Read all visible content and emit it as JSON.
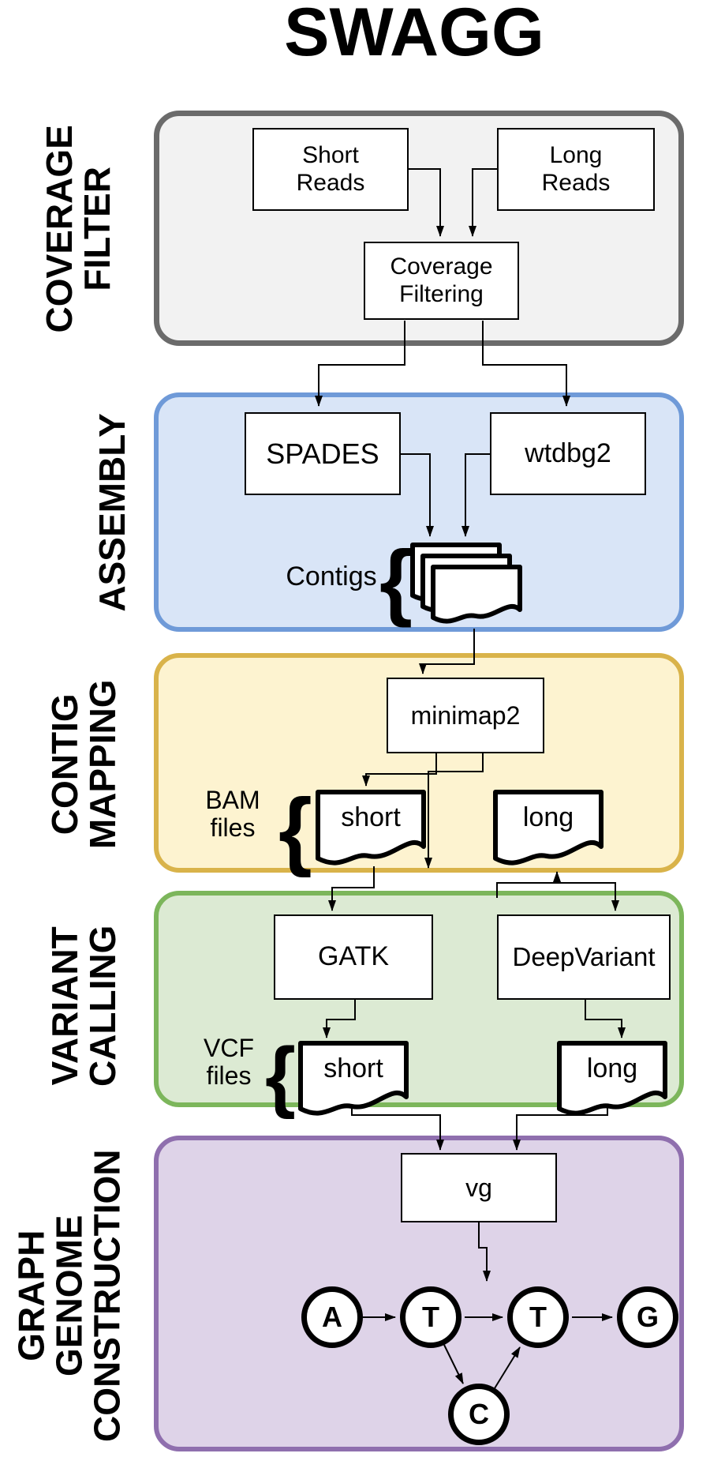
{
  "title": "SWAGG",
  "sections": {
    "coverage_filter": {
      "label": "COVERAGE\nFILTER",
      "fill": "#f2f2f2",
      "border": "#6b6b6b"
    },
    "assembly": {
      "label": "ASSEMBLY",
      "fill": "#d9e5f7",
      "border": "#6f9ad8"
    },
    "contig_mapping": {
      "label": "CONTIG\nMAPPING",
      "fill": "#fdf3d0",
      "border": "#d9b34a"
    },
    "variant_calling": {
      "label": "VARIANT\nCALLING",
      "fill": "#dcead3",
      "border": "#7cb65b"
    },
    "graph_genome": {
      "label": "GRAPH\nGENOME\nCONSTRUCTION",
      "fill": "#ded3e8",
      "border": "#8f6fae"
    }
  },
  "nodes": {
    "short_reads": "Short\nReads",
    "long_reads": "Long\nReads",
    "coverage_filtering": "Coverage\nFiltering",
    "spades": "SPADES",
    "wtdbg2": "wtdbg2",
    "minimap2": "minimap2",
    "gatk": "GATK",
    "deepvariant": "DeepVariant",
    "vg": "vg"
  },
  "files": {
    "contigs_label": "Contigs",
    "bam_label": "BAM\nfiles",
    "bam_short": "short",
    "bam_long": "long",
    "vcf_label": "VCF\nfiles",
    "vcf_short": "short",
    "vcf_long": "long",
    "brace": "{"
  },
  "graph": {
    "nodes": [
      "A",
      "T",
      "T",
      "G",
      "C"
    ]
  },
  "line_color": "#000000"
}
